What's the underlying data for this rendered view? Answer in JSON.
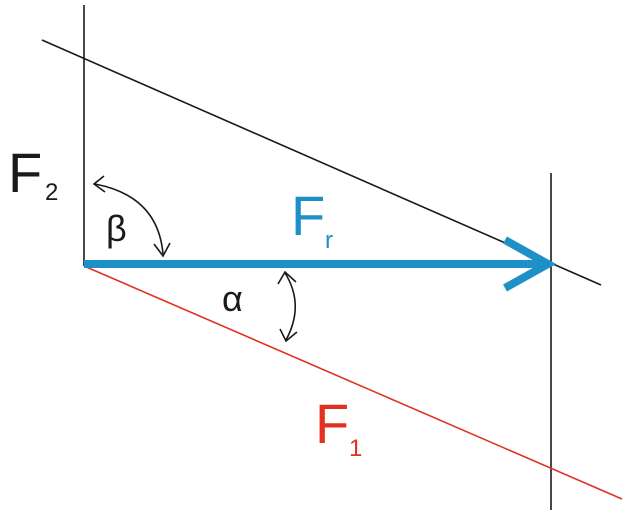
{
  "labels": {
    "f2_main": "F",
    "f2_sub": "2",
    "beta": "β",
    "fr_main": "F",
    "fr_sub": "r",
    "alpha": "α",
    "f1_main": "F",
    "f1_sub": "1"
  },
  "colors": {
    "black": "#1a1a1a",
    "resultant_blue": "#1e90c8",
    "f1_red": "#e0321e",
    "background": "#ffffff"
  }
}
